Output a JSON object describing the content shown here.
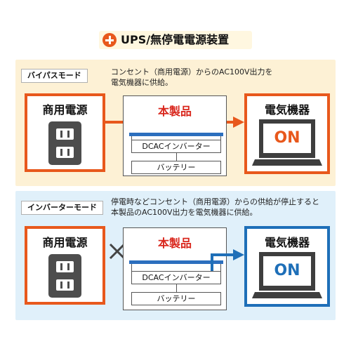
{
  "header": {
    "title": "UPS/無停電電源装置"
  },
  "bypass": {
    "mode_label": "バイパスモード",
    "description_line1": "コンセント（商用電源）からのAC100V出力を",
    "description_line2": "電気機器に供給。",
    "source_label": "商用電源",
    "product_label": "本製品",
    "inverter_label": "DCACインバーター",
    "battery_label": "バッテリー",
    "device_label": "電気機器",
    "screen_text": "ON",
    "screen_color": "#e8581c"
  },
  "inverter": {
    "mode_label": "インバーターモード",
    "description_line1": "停電時などコンセント（商用電源）からの供給が停止すると",
    "description_line2": "本製品のAC100V出力を電気機器に供給。",
    "source_label": "商用電源",
    "product_label": "本製品",
    "inverter_label": "DCACインバーター",
    "battery_label": "バッテリー",
    "device_label": "電気機器",
    "screen_text": "ON",
    "screen_color": "#1e6fb8"
  },
  "colors": {
    "orange": "#e8581c",
    "blue": "#1e6fb8",
    "bypass_bg": "#fdf1d5",
    "inverter_bg": "#e0f0fa",
    "product_red": "#d9261c"
  },
  "icons": [
    "plus-icon",
    "outlet-icon",
    "laptop-icon",
    "arrow-icon",
    "cross-icon"
  ]
}
